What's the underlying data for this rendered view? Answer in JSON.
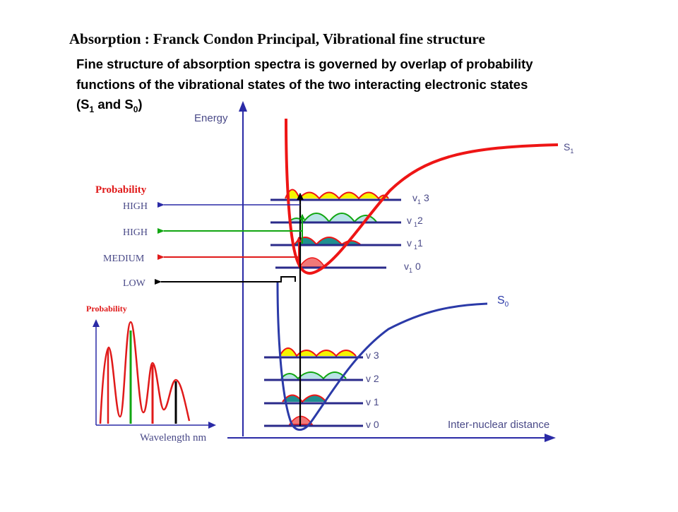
{
  "title": "Absorption : Franck Condon Principal, Vibrational fine structure",
  "subtitle": {
    "line1": "Fine structure  of absorption spectra is governed by overlap of probability",
    "line2": "functions of the vibrational states of the two interacting electronic states",
    "line3_open": "(S",
    "line3_sub1": "1",
    "line3_mid": " and S",
    "line3_sub0": "0",
    "line3_close": ")"
  },
  "axes": {
    "y_label": "Energy",
    "x_label": "Inter-nuclear distance"
  },
  "excited_state": {
    "name": "S",
    "sub": "1",
    "levels": [
      {
        "v": "v",
        "sub": "1",
        "n": "3"
      },
      {
        "v": "v",
        "sub": "1",
        "n": "2"
      },
      {
        "v": "v",
        "sub": "1",
        "n": "1"
      },
      {
        "v": "v",
        "sub": "1",
        "n": "0"
      }
    ]
  },
  "ground_state": {
    "name": "S",
    "sub": "0",
    "levels": [
      "v 3",
      "v 2",
      "v 1",
      "v 0"
    ]
  },
  "probability_legend": {
    "title": "Probability",
    "items": [
      {
        "label": "HIGH",
        "color": "#2a2aa6"
      },
      {
        "label": "HIGH",
        "color": "#11a611"
      },
      {
        "label": "MEDIUM",
        "color": "#e01a1a"
      },
      {
        "label": "LOW",
        "color": "#000000"
      }
    ]
  },
  "spectrum": {
    "y_label": "Probability",
    "x_label": "Wavelength nm"
  },
  "colors": {
    "excited_curve": "#ee1515",
    "ground_curve": "#2b3aa8",
    "level_line": "#2a2a8a",
    "fill_yellow": "#f5f500",
    "fill_lightblue": "#b9e3e6",
    "fill_teal": "#1f8f8f",
    "fill_pink": "#f07878"
  }
}
